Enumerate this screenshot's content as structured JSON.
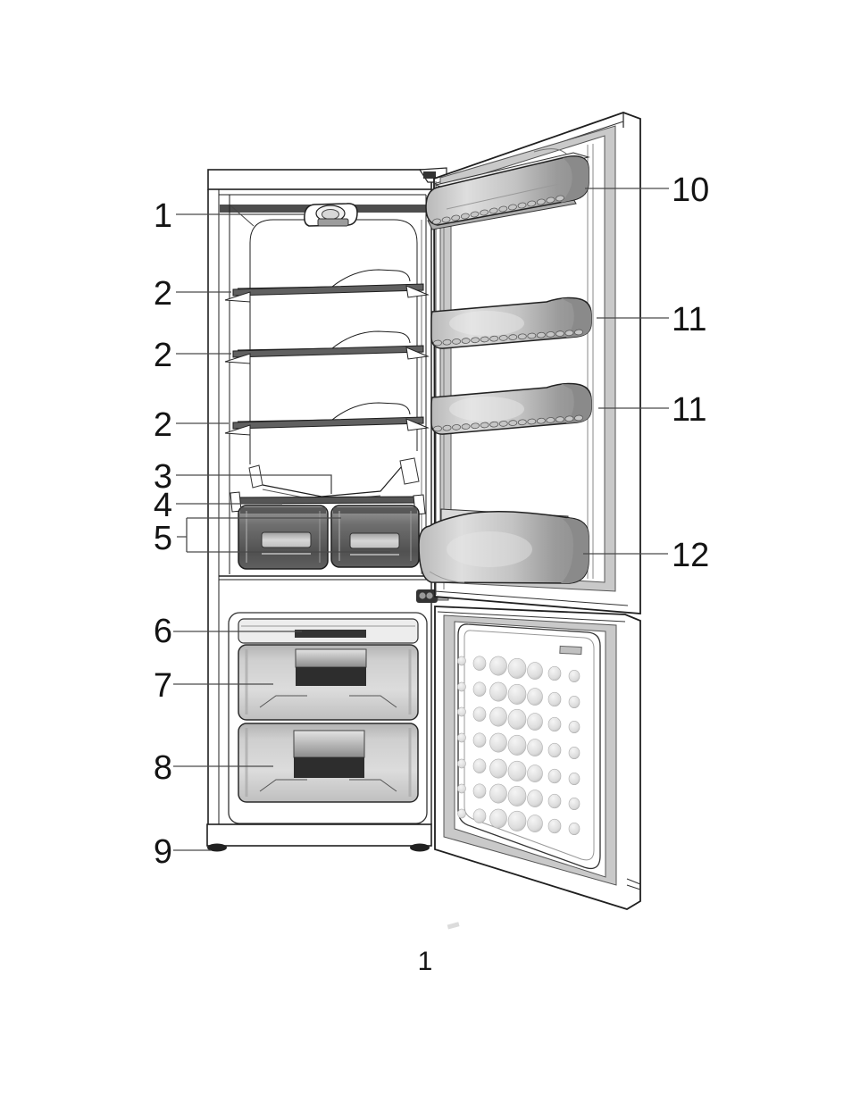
{
  "page": {
    "number": "1"
  },
  "figure": {
    "type": "refrigerator-parts-diagram",
    "callouts_left": [
      {
        "label": "1"
      },
      {
        "label": "2"
      },
      {
        "label": "2"
      },
      {
        "label": "2"
      },
      {
        "label": "3"
      },
      {
        "label": "4"
      },
      {
        "label": "5"
      },
      {
        "label": "6"
      },
      {
        "label": "7"
      },
      {
        "label": "8"
      },
      {
        "label": "9"
      }
    ],
    "callouts_right": [
      {
        "label": "10"
      },
      {
        "label": "11"
      },
      {
        "label": "11"
      },
      {
        "label": "12"
      }
    ]
  },
  "colors": {
    "background": "#ffffff",
    "line": "#1f1f1f",
    "leader": "#4a4a4a",
    "text": "#141414",
    "gasket": "#c9c9c9",
    "shade_light": "#e6e6e6",
    "shade_mid": "#b5b5b5",
    "shade_dark": "#7a7a7a",
    "drawer_dark": "#2d2d2d"
  }
}
